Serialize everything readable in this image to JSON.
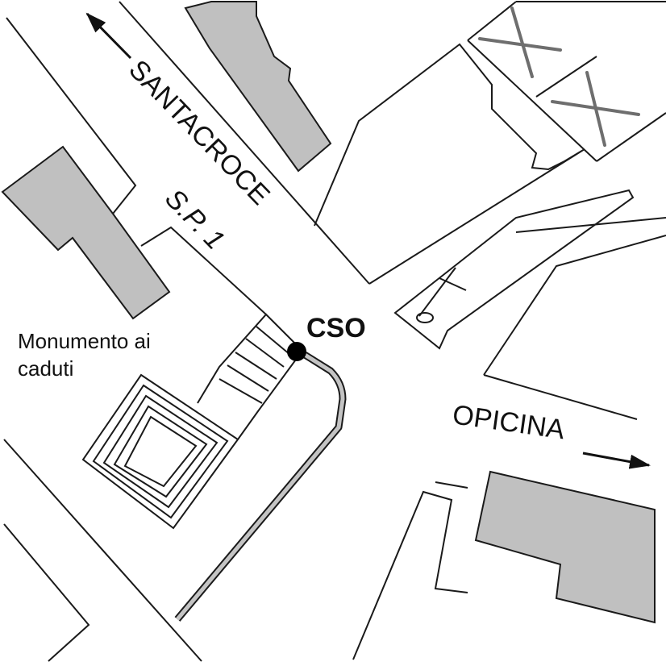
{
  "labels": {
    "street_north": "SANTACROCE",
    "road_code": "S.P. 1",
    "station": "CSO",
    "monument_line1": "Monumento ai",
    "monument_line2": "caduti",
    "street_east": "OPICINA"
  },
  "colors": {
    "building_fill": "#c0c0c0",
    "line": "#1a1a1a",
    "footpath": "#c4c4c4",
    "marker": "#000000",
    "crossed_lines": "#6e6e6e"
  },
  "icons": {
    "station_marker": "filled-circle",
    "direction_arrows": "arrow"
  }
}
